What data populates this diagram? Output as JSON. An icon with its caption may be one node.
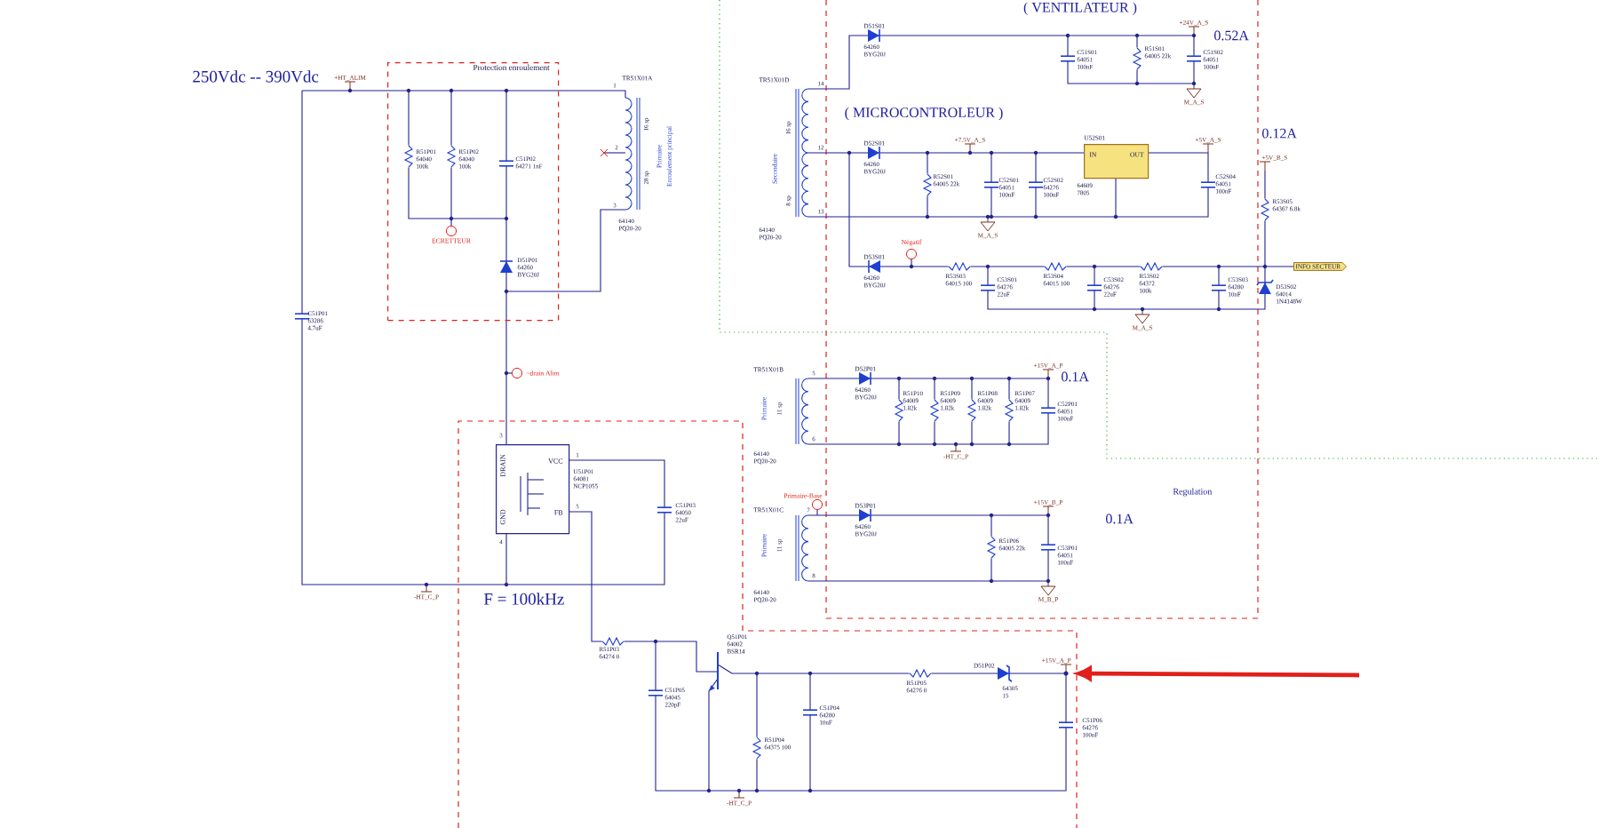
{
  "diagram": {
    "nodes": [
      {
        "text": [
          "Protection enroulement"
        ]
      },
      {
        "text": [
          "DRAIN",
          "VCC",
          "GND",
          "FB"
        ],
        "beside": [
          "U51P01 64081 NCP1055"
        ]
      },
      {
        "text": [
          "IN",
          "OUT"
        ],
        "beside": [
          "U52S01",
          "64609 7805"
        ]
      },
      {
        "text": [
          "INFO SECTEUR"
        ]
      },
      {
        "text": [],
        "shape": "circle"
      }
    ],
    "edges": [
      {
        "from": null,
        "to": 4,
        "arrow": "to"
      }
    ],
    "labels": [
      "( VENTILATEUR )",
      "250Vdc -- 390Vdc",
      "+HT_ALIM",
      "R51P01 64040 100k",
      "R51P02 64040 100k",
      "C51P02 64271 1nF",
      "ECRETTEUR",
      "D51P01 64260 BYG20J",
      "C51P01 63286 4.7uF",
      "TR51X01A",
      "1",
      "2",
      "3",
      "16 sp",
      "28 sp",
      "Primaire",
      "Enroulement principal",
      "64140 PQ20-20",
      "TR51X01D",
      "Secondaire",
      "16 sp",
      "8 sp",
      "64140 PQ20-20",
      "14",
      "12",
      "13",
      "D51S01",
      "64260 BYG20J",
      "+24V_A_S",
      "0.52A",
      "C51S01 64051 100nF",
      "R51S01 64005 22k",
      "C51S02 64051 100nF",
      "M_A_S",
      "( MICROCONTROLEUR )",
      "D52S01",
      "64260 BYG20J",
      "+7.5V_A_S",
      "R52S01 64005 22k",
      "C52S01 64051 100nF",
      "C52S02 64276 100nF",
      "+5V_A_S",
      "C52S04 64051 100nF",
      "M_A_S",
      "0.12A",
      "+5V_B_S",
      "R53S05 64367 6.8k",
      "D53S01",
      "64260 BYG20J",
      "Négatif",
      "R53S03 64015 100",
      "C53S01 64276 22uF",
      "R53S04 64015 100",
      "C53S02 64276 22uF",
      "R53S02 64372 100k",
      "C53S03 64280 10nF",
      "M_A_S",
      "D53S02 64014 1N4148W",
      "~drain Alim",
      "3",
      "1",
      "5",
      "4",
      "C51P03 64050 22uF",
      "-HT_C_P",
      "F = 100kHz",
      "R51P03 64274 0",
      "Q51P01 64002 BSR14",
      "C51P05 64045 220pF",
      "R51P04 64375 100",
      "C51P04 64280 10nF",
      "-HT_C_P",
      "R51P05 64276 0",
      "D51P02",
      "64305 15",
      "+15V_A_P",
      "C51P06 64276 100nF",
      "TR51X01B",
      "5",
      "6",
      "Primaire",
      "11 sp",
      "64140 PQ20-20",
      "D52P01",
      "64260 BYG20J",
      "+15V_A_P",
      "0.1A",
      "R51P10 64009 1.82k",
      "R51P09 64009 1.82k",
      "R51P08 64009 1.82k",
      "R51P07 64009 1.82k",
      "C52P01 64051 100nF",
      "-HT_C_P",
      "Primaire-Base",
      "TR51X01C",
      "7",
      "8",
      "Primaire",
      "11 sp",
      "64140 PQ20-20",
      "D53P01",
      "64260 BYG20J",
      "+15V_B_P",
      "0.1A",
      "R51P06 64005 22k",
      "C53P01 64051 100nF",
      "M_B_P",
      "Regulation"
    ]
  }
}
